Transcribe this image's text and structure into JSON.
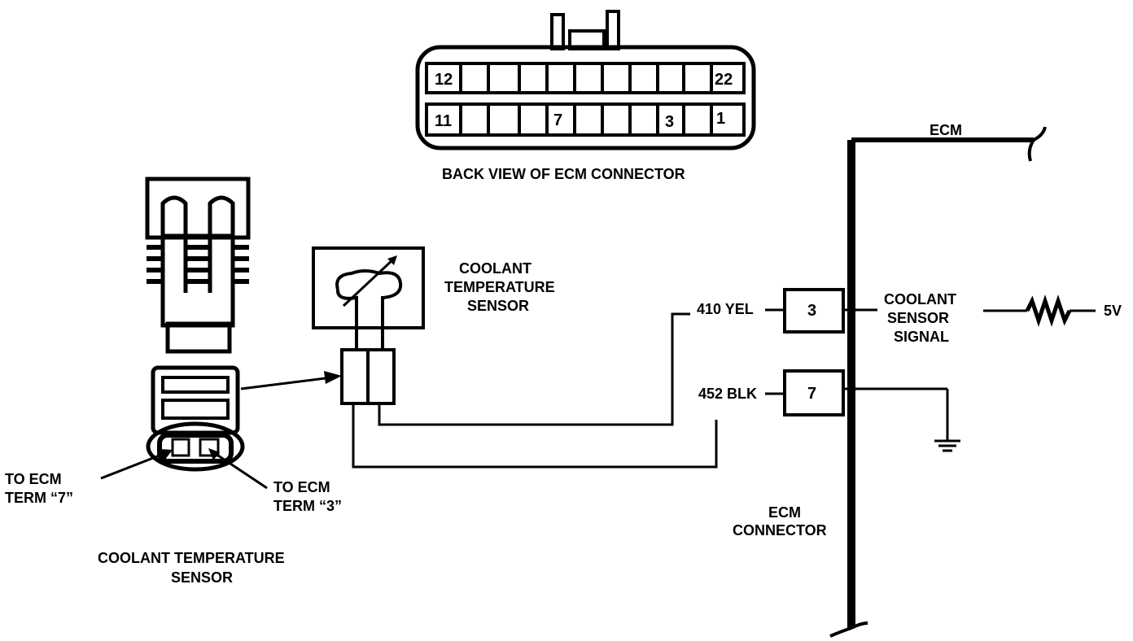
{
  "ecm_connector_view": {
    "caption": "BACK VIEW OF ECM CONNECTOR",
    "top_row_pins": [
      "12",
      "22"
    ],
    "bottom_row_pins": [
      "11",
      "7",
      "3",
      "1"
    ]
  },
  "sensor_connector": {
    "caption_line1": "COOLANT TEMPERATURE",
    "caption_line2": "SENSOR",
    "left_callout_line1": "TO ECM",
    "left_callout_line2": "TERM “7”",
    "right_callout_line1": "TO ECM",
    "right_callout_line2": "TERM “3”"
  },
  "sensor_symbol": {
    "label_line1": "COOLANT",
    "label_line2": "TEMPERATURE",
    "label_line3": "SENSOR"
  },
  "wires": {
    "yellow": "410 YEL",
    "black": "452 BLK"
  },
  "ecm": {
    "title": "ECM",
    "terminal_a": "3",
    "terminal_b": "7",
    "signal_line1": "COOLANT",
    "signal_line2": "SENSOR",
    "signal_line3": "SIGNAL",
    "voltage": "5V",
    "connector_line1": "ECM",
    "connector_line2": "CONNECTOR"
  }
}
